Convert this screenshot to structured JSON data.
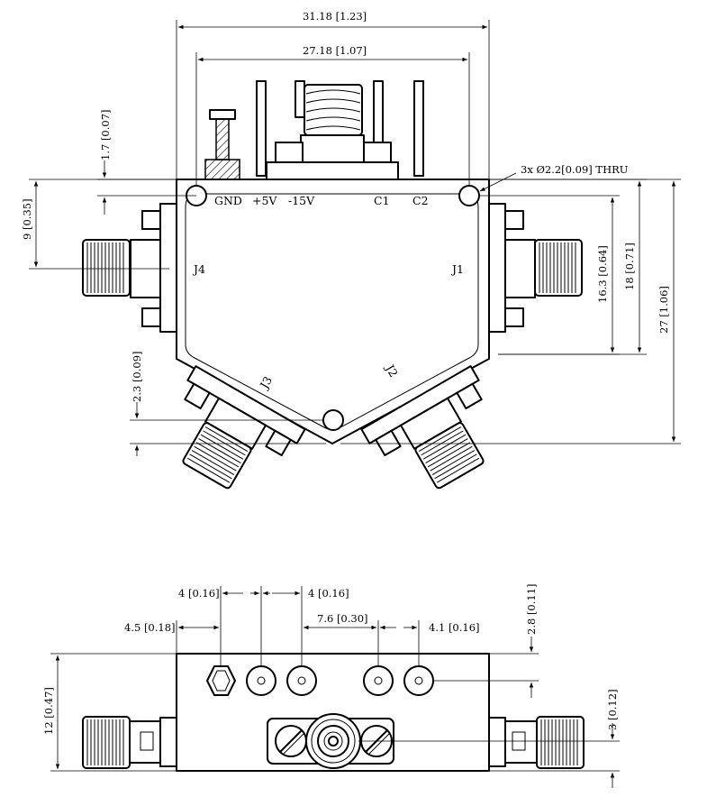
{
  "top_view": {
    "dims": {
      "overall_width": "31.18 [1.23]",
      "hole_spacing": "27.18 [1.07]",
      "hole_edge_offset": "1.7 [0.07]",
      "side_connector_offset": "9 [0.35]",
      "hole_spec": "3x Ø2.2[0.09] THRU",
      "body_height_a": "16.3 [0.64]",
      "body_height_b": "18 [0.71]",
      "overall_height": "27 [1.06]",
      "bottom_hole_offset": "2.3 [0.09]"
    },
    "pin_labels": {
      "gnd": "GND",
      "p5v": "+5V",
      "n15v": "-15V",
      "c1": "C1",
      "c2": "C2"
    },
    "port_labels": {
      "j1": "J1",
      "j2": "J2",
      "j3": "J3",
      "j4": "J4"
    }
  },
  "side_view": {
    "dims": {
      "pin_pitch_a": "4 [0.16]",
      "pin_pitch_b": "4 [0.16]",
      "first_pin_offset": "4.5 [0.18]",
      "pin_pitch_c": "7.6 [0.30]",
      "pin_pitch_d": "4.1 [0.16]",
      "pin_height": "2.8 [0.11]",
      "body_height": "12 [0.47]",
      "connector_height": "3 [0.12]"
    }
  }
}
